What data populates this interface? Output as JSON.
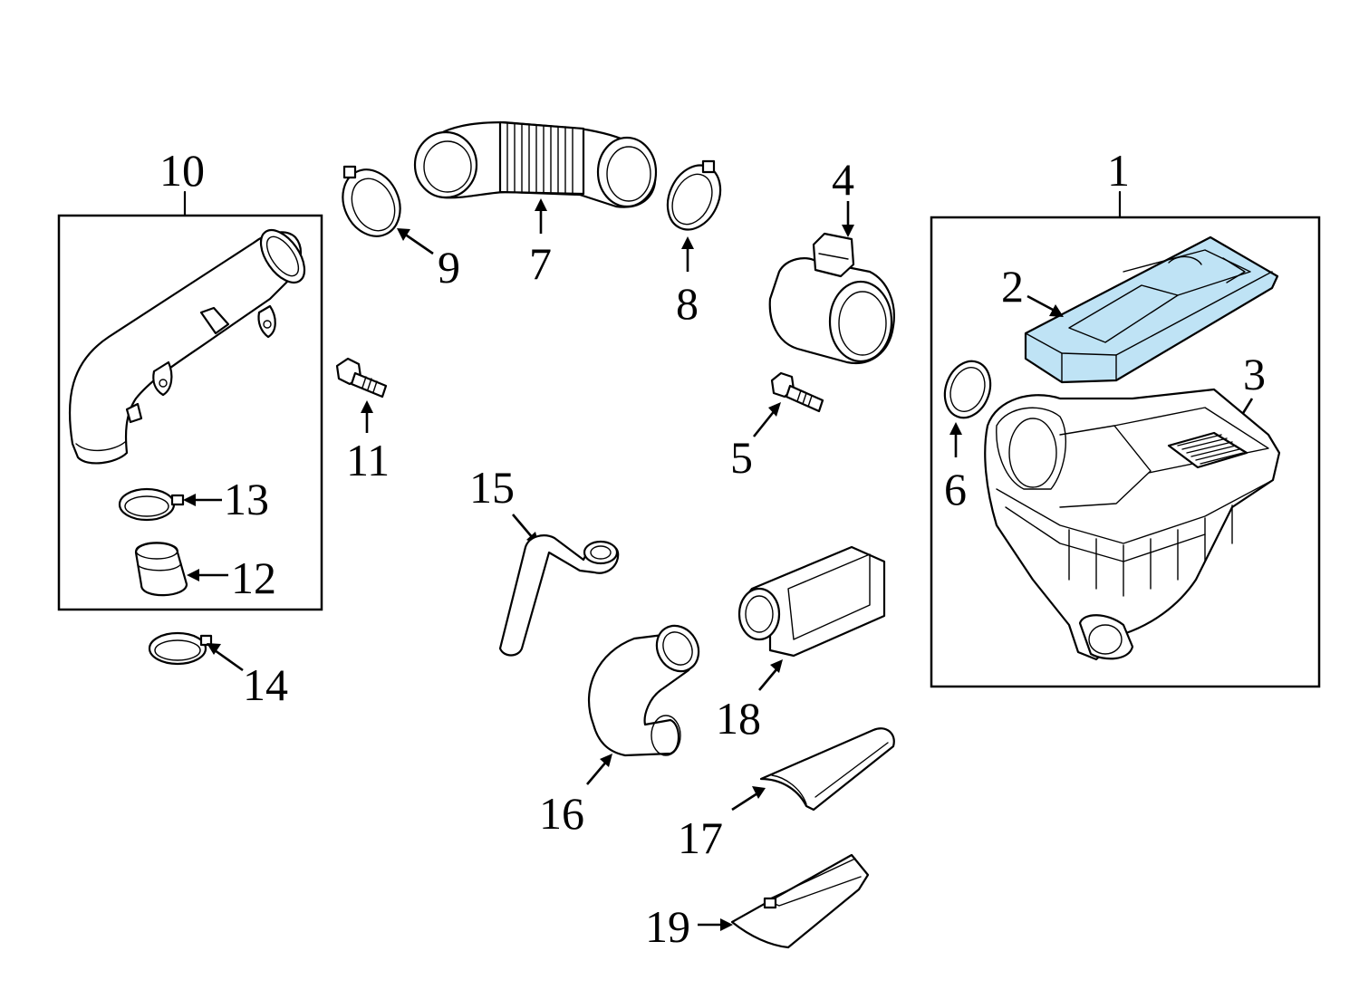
{
  "diagram": {
    "highlight_color": "#bfe3f5",
    "labels": {
      "l1": "1",
      "l2": "2",
      "l3": "3",
      "l4": "4",
      "l5": "5",
      "l6": "6",
      "l7": "7",
      "l8": "8",
      "l9": "9",
      "l10": "10",
      "l11": "11",
      "l12": "12",
      "l13": "13",
      "l14": "14",
      "l15": "15",
      "l16": "16",
      "l17": "17",
      "l18": "18",
      "l19": "19"
    }
  }
}
